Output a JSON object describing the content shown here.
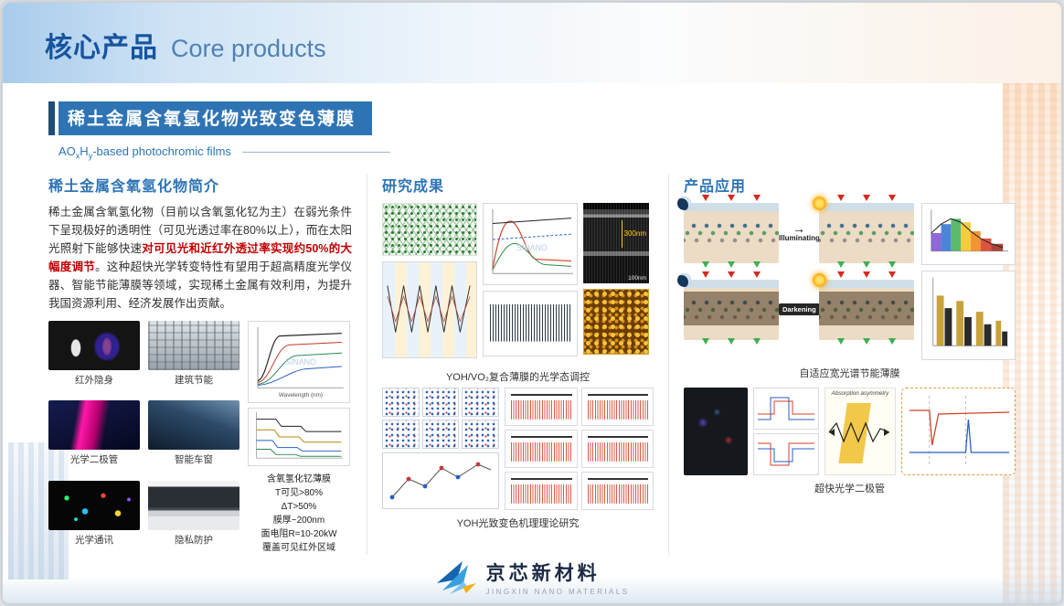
{
  "header": {
    "title_zh": "核心产品",
    "title_en": "Core products"
  },
  "section": {
    "title": "稀土金属含氧氢化物光致变色薄膜",
    "sub_a": "AO",
    "sub_x": "x",
    "sub_b": "H",
    "sub_y": "y",
    "sub_c": "-based photochromic films"
  },
  "intro": {
    "heading": "稀土金属含氧氢化物简介",
    "para_1": "稀土金属含氧氢化物（目前以含氧氢化钇为主）在弱光条件下呈现极好的透明性（可见光透过率在80%以上），而在太阳光照射下能够快速",
    "para_highlight": "对可见光和近红外透过率实现约50%的大幅度调节",
    "para_2": "。这种超快光学转变特性有望用于超高精度光学仪器、智能节能薄膜等领域，实现稀土金属有效利用，为提升我国资源利用、经济发展作出贡献。",
    "gallery": [
      {
        "caption": "红外隐身"
      },
      {
        "caption": "建筑节能"
      },
      {
        "caption": "光学二极管"
      },
      {
        "caption": "智能车窗"
      },
      {
        "caption": "光学通讯"
      },
      {
        "caption": "隐私防护"
      }
    ],
    "chart_xlabel": "Wavelength (nm)",
    "specs": [
      "含氧氢化钇薄膜",
      "T可见>80%",
      "ΔT>50%",
      "膜厚~200nm",
      "面电阻R=10-20kW",
      "覆盖可见红外区域"
    ]
  },
  "research": {
    "heading": "研究成果",
    "sem_thickness": "300nm",
    "sem_scalebar": "100nm",
    "caption_top": "YOH/VO₂复合薄膜的光学态调控",
    "caption_bottom": "YOH光致变色机理理论研究"
  },
  "application": {
    "heading": "产品应用",
    "label_illuminating": "Illuminating",
    "label_darkening": "Darkening",
    "absorption_label": "Absorption asymmetry",
    "caption_top": "自适应宽光谱节能薄膜",
    "caption_bottom": "超快光学二极管"
  },
  "footer": {
    "logo_zh": "京芯新材料",
    "logo_en": "JINGXIN NANO MATERIALS"
  },
  "watermark": "SINANO",
  "colors": {
    "accent_blue": "#2e74b5",
    "dark_blue": "#1f4e79",
    "highlight_red": "#c00000"
  }
}
